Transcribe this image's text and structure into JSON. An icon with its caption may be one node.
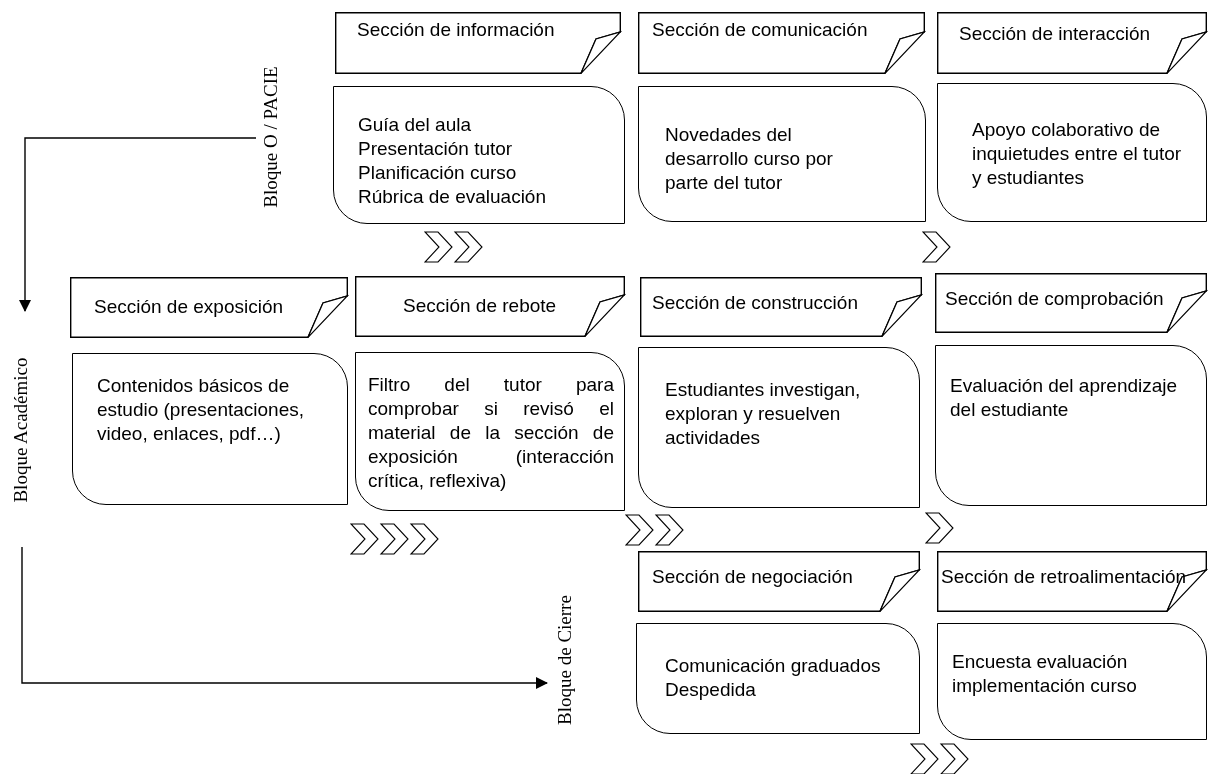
{
  "diagram": {
    "nodes": [
      {
        "text": [
          "Bloque O / PACIE"
        ]
      },
      {
        "text": [
          "Sección de información"
        ]
      },
      {
        "text": [
          "Guía del aula",
          "Presentación tutor",
          "Planificación curso",
          "Rúbrica de evaluación"
        ]
      },
      {
        "text": [
          "Sección de comunicación"
        ]
      },
      {
        "text": [
          "Novedades del desarrollo curso por parte del tutor"
        ]
      },
      {
        "text": [
          "Sección de interacción"
        ]
      },
      {
        "text": [
          "Apoyo colaborativo de inquietudes entre el tutor y estudiantes"
        ]
      },
      {
        "text": [
          "Bloque Académico"
        ]
      },
      {
        "text": [
          "Sección de exposición"
        ]
      },
      {
        "text": [
          "Contenidos básicos de estudio (presentaciones, video, enlaces, pdf…)"
        ]
      },
      {
        "text": [
          "Sección de rebote"
        ]
      },
      {
        "text": [
          "Filtro del tutor para comprobar si revisó el material de la sección de exposición (interacción crítica, reflexiva)"
        ]
      },
      {
        "text": [
          "Sección de construcción"
        ]
      },
      {
        "text": [
          "Estudiantes investigan, exploran y resuelven actividades"
        ]
      },
      {
        "text": [
          "Sección de comprobación"
        ]
      },
      {
        "text": [
          "Evaluación del aprendizaje del estudiante"
        ]
      },
      {
        "text": [
          "Bloque de Cierre"
        ]
      },
      {
        "text": [
          "Sección de negociación"
        ]
      },
      {
        "text": [
          "Comunicación graduados",
          "Despedida"
        ]
      },
      {
        "text": [
          "Sección de retroalimentación"
        ]
      },
      {
        "text": [
          "Encuesta evaluación implementación curso"
        ]
      }
    ],
    "edges": [
      {
        "from": 0,
        "to": 7,
        "arrow": "to"
      },
      {
        "from": 7,
        "to": 16,
        "arrow": "to"
      }
    ]
  }
}
